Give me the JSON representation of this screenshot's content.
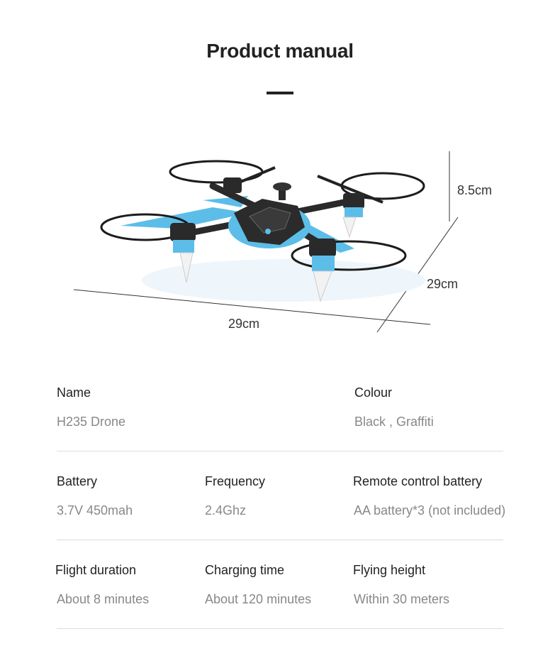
{
  "header": {
    "title": "Product manual"
  },
  "dimensions": {
    "height": "8.5cm",
    "width": "29cm",
    "depth": "29cm"
  },
  "specs": {
    "name": {
      "label": "Name",
      "value": "H235 Drone"
    },
    "colour": {
      "label": "Colour",
      "value": "Black , Graffiti"
    },
    "battery": {
      "label": "Battery",
      "value": "3.7V 450mah"
    },
    "frequency": {
      "label": "Frequency",
      "value": "2.4Ghz"
    },
    "remote_battery": {
      "label": "Remote control battery",
      "value": "AA battery*3 (not included)"
    },
    "flight_duration": {
      "label": "Flight duration",
      "value": "About 8 minutes"
    },
    "charging_time": {
      "label": "Charging time",
      "value": "About 120 minutes"
    },
    "flying_height": {
      "label": "Flying height",
      "value": "Within 30 meters"
    }
  },
  "colors": {
    "accent_blue": "#4fb3e8",
    "frame_dark": "#222222"
  }
}
